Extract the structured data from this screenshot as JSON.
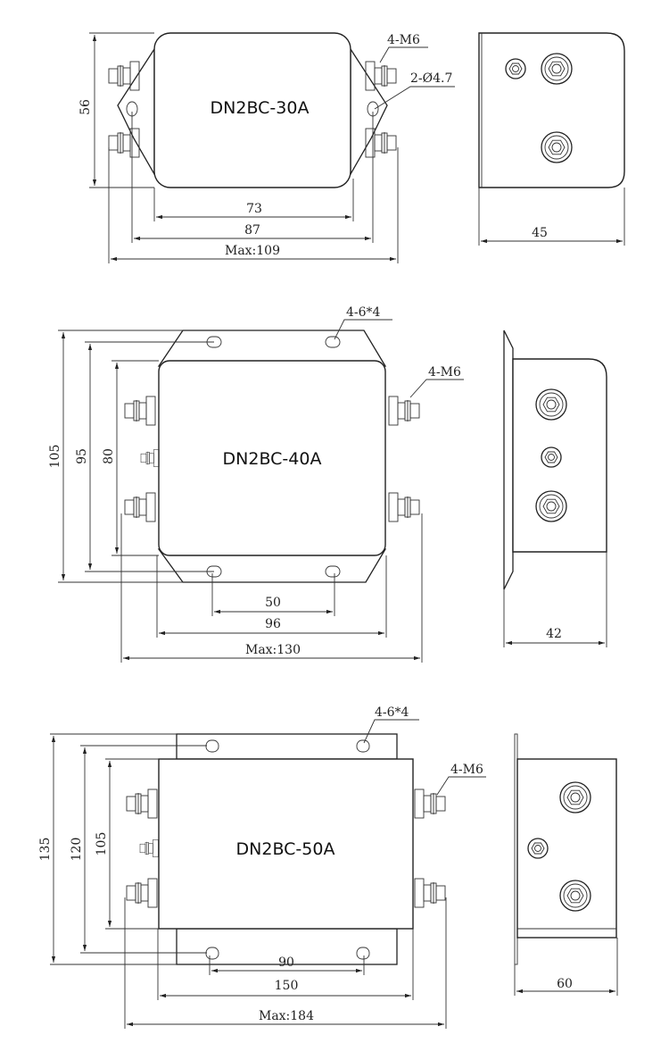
{
  "drawings": [
    {
      "model": "DN2BC-30A",
      "height_dim": "56",
      "width_dims": [
        "73",
        "87",
        "Max:109"
      ],
      "callouts": [
        "4-M6",
        "2-Ø4.7"
      ],
      "depth_dim": "45"
    },
    {
      "model": "DN2BC-40A",
      "height_dims": [
        "105",
        "95",
        "80"
      ],
      "width_dims": [
        "50",
        "96",
        "Max:130"
      ],
      "callouts": [
        "4-6*4",
        "4-M6"
      ],
      "depth_dim": "42"
    },
    {
      "model": "DN2BC-50A",
      "height_dims": [
        "135",
        "120",
        "105"
      ],
      "width_dims": [
        "90",
        "150",
        "Max:184"
      ],
      "callouts": [
        "4-6*4",
        "4-M6"
      ],
      "depth_dim": "60"
    }
  ]
}
